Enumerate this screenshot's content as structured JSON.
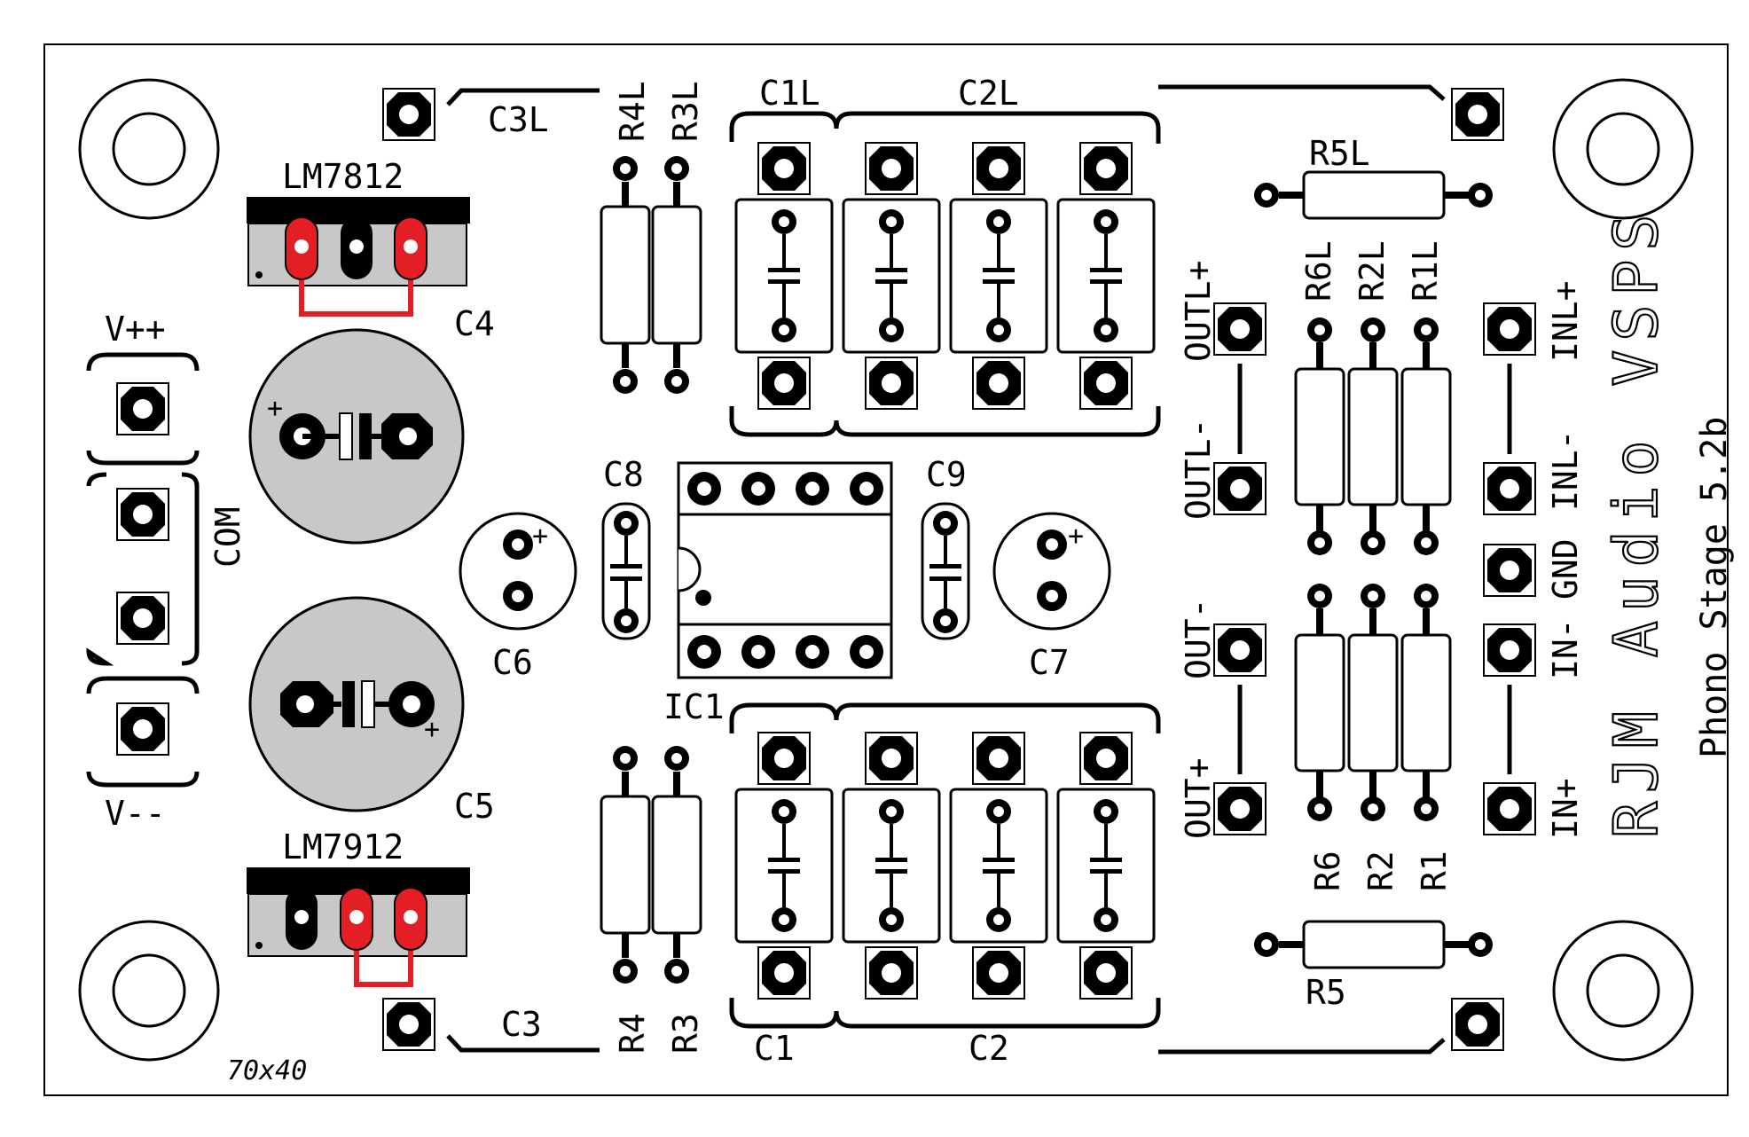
{
  "board": {
    "title": "RJM Audio VSPS",
    "subtitle": "Phono Stage 5.2b",
    "size_note": "70x40"
  },
  "regulators": {
    "top": "LM7812",
    "bottom": "LM7912"
  },
  "power_labels": {
    "vpp": "V++",
    "com": "COM",
    "vmm": "V--"
  },
  "capacitors": {
    "c1": "C1",
    "c1l": "C1L",
    "c2": "C2",
    "c2l": "C2L",
    "c3": "C3",
    "c3l": "C3L",
    "c4": "C4",
    "c5": "C5",
    "c6": "C6",
    "c7": "C7",
    "c8": "C8",
    "c9": "C9"
  },
  "resistors": {
    "r1": "R1",
    "r1l": "R1L",
    "r2": "R2",
    "r2l": "R2L",
    "r3": "R3",
    "r3l": "R3L",
    "r4": "R4",
    "r4l": "R4L",
    "r5": "R5",
    "r5l": "R5L",
    "r6": "R6",
    "r6l": "R6L"
  },
  "ic": "IC1",
  "connectors": {
    "outl_plus": "OUTL+",
    "outl_minus": "OUTL-",
    "out_minus": "OUT-",
    "out_plus": "OUT+",
    "inl_plus": "INL+",
    "inl_minus": "INL-",
    "gnd": "GND",
    "in_minus": "IN-",
    "in_plus": "IN+"
  },
  "colors": {
    "copper_jumper": "#e31e24",
    "regulator_body": "#c8c8c8",
    "electrolytic_body": "#c8c8c8",
    "silkscreen": "#000000",
    "background": "#ffffff"
  }
}
